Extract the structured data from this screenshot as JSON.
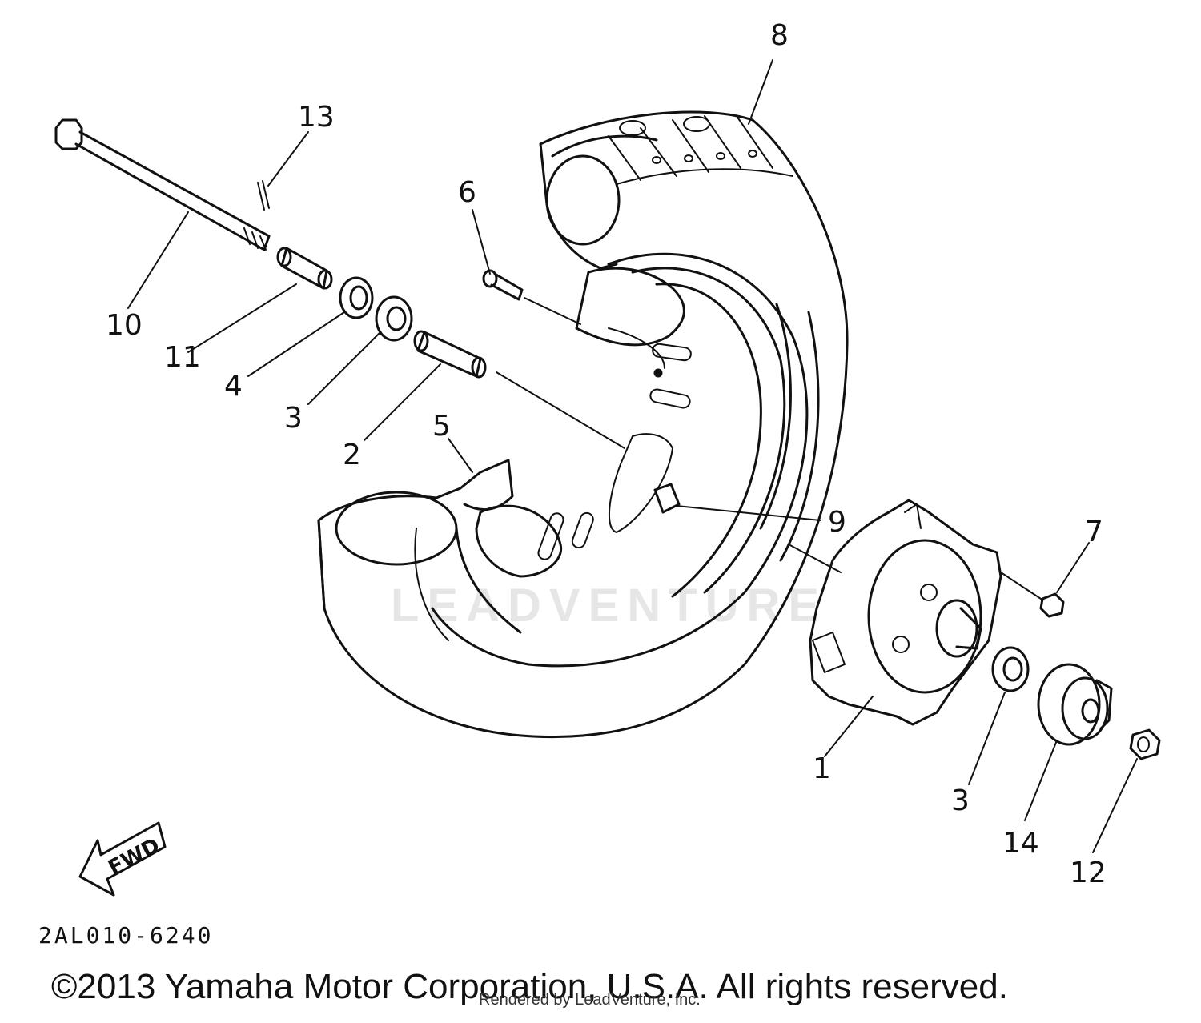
{
  "diagram": {
    "callouts": [
      {
        "id": "1",
        "label": "1"
      },
      {
        "id": "2",
        "label": "2"
      },
      {
        "id": "3a",
        "label": "3"
      },
      {
        "id": "3b",
        "label": "3"
      },
      {
        "id": "4",
        "label": "4"
      },
      {
        "id": "5",
        "label": "5"
      },
      {
        "id": "6",
        "label": "6"
      },
      {
        "id": "7",
        "label": "7"
      },
      {
        "id": "8",
        "label": "8"
      },
      {
        "id": "9",
        "label": "9"
      },
      {
        "id": "10",
        "label": "10"
      },
      {
        "id": "11",
        "label": "11"
      },
      {
        "id": "12",
        "label": "12"
      },
      {
        "id": "13",
        "label": "13"
      },
      {
        "id": "14",
        "label": "14"
      }
    ],
    "fwd_label": "FWD",
    "watermark": "LEADVENTURE"
  },
  "footer": {
    "reference_code": "2AL010-6240",
    "copyright": "©2013 Yamaha Motor Corporation, U.S.A. All rights reserved.",
    "render_credit": "Rendered by LeadVenture, Inc."
  }
}
